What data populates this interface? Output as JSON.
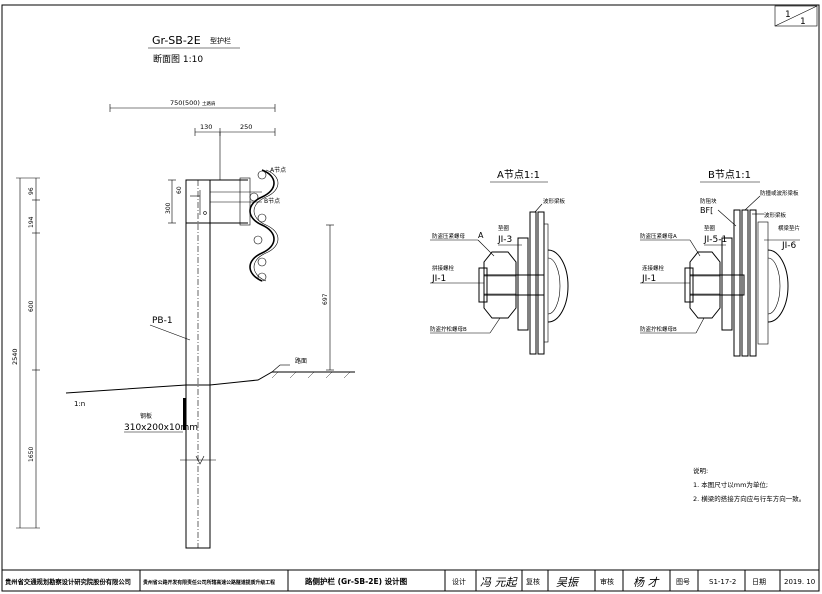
{
  "sheet_no": {
    "current": "1",
    "total": "1"
  },
  "main": {
    "title": "Gr-SB-2E",
    "title_suffix": "型护栏",
    "subtitle": "断面图 1:10",
    "dim_top": "750(500)",
    "dim_top_note": "土路肩",
    "dim_a": "130",
    "dim_b": "250",
    "dim_v_total": "2540",
    "dim_v_96": "96",
    "dim_v_194": "194",
    "dim_v_600": "600",
    "dim_v_1650": "1650",
    "dim_v_697": "697",
    "dim_v_300": "300",
    "dim_v_60": "60",
    "label_a": "A节点",
    "label_b": "B节点",
    "post": "PB-1",
    "road": "路面",
    "slope": "1:n",
    "plate": "钢板",
    "plate_size": "310x200x10mm"
  },
  "detail_a": {
    "title": "A节点1:1",
    "lbl_wave": "波形梁板",
    "lbl_washer": "垫圈",
    "lbl_washer_id": "JI-3",
    "lbl_nut_a": "防盗压紧螺母",
    "lbl_a": "A",
    "lbl_bolt": "拼接螺栓",
    "lbl_bolt_id": "JI-1",
    "lbl_nut_b": "防盗拧松螺母B"
  },
  "detail_b": {
    "title": "B节点1:1",
    "lbl_hex": "防阻块",
    "lbl_hex_id": "BF[",
    "lbl_support": "防撞或波形梁板",
    "lbl_wave": "波形梁板",
    "lbl_washer": "垫圈",
    "lbl_washer_id": "JI-5-1",
    "lbl_pad": "横梁垫片",
    "lbl_pad_id": "JI-6",
    "lbl_nut_a": "防盗压紧螺母A",
    "lbl_bolt": "连接螺栓",
    "lbl_bolt_id": "JI-1",
    "lbl_nut_b": "防盗拧松螺母B"
  },
  "notes": {
    "heading": "说明:",
    "line1": "1. 本图尺寸以mm为单位;",
    "line2": "2. 横梁的搭接方向应与行车方向一致。"
  },
  "titleblock": {
    "company": "贵州省交通规划勘察设计研究院股份有限公司",
    "client": "贵州省公路开发有限责任公司所辖高速公路隧道提质升级工程",
    "drawing_title": "路侧护栏 (Gr-SB-2E) 设计图",
    "design_label": "设计",
    "design_sig": "冯 元起",
    "check_label": "复核",
    "check_sig": "吴振",
    "review_label": "审核",
    "review_sig": "杨 才",
    "drawing_no_label": "图号",
    "drawing_no": "S1-17-2",
    "date_label": "日期",
    "date": "2019. 10"
  }
}
